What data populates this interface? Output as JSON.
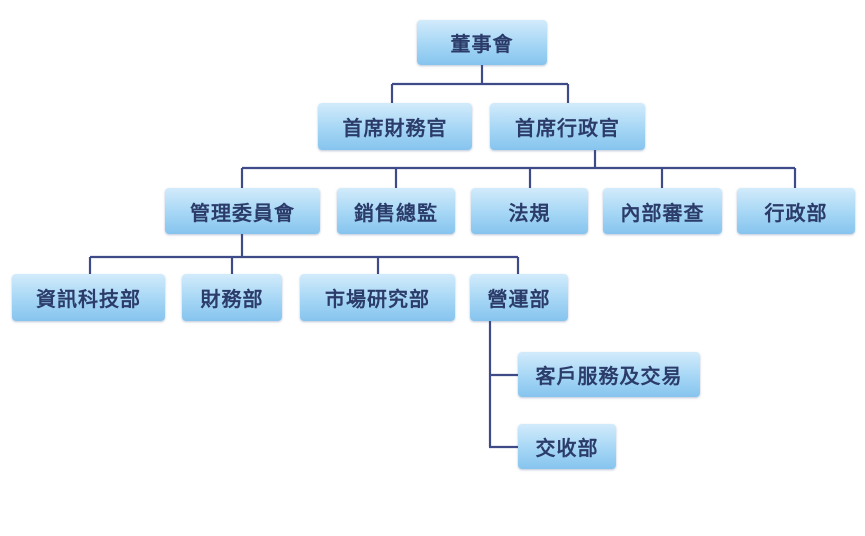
{
  "nodes": {
    "board": "董事會",
    "cfo": "首席財務官",
    "ceo": "首席行政官",
    "management_committee": "管理委員會",
    "sales_director": "銷售總監",
    "compliance": "法規",
    "internal_audit": "內部審查",
    "administration": "行政部",
    "it": "資訊科技部",
    "finance": "財務部",
    "market_research": "市場研究部",
    "operations": "營運部",
    "customer_service_trading": "客戶服務及交易",
    "settlement": "交收部"
  },
  "colors": {
    "box_top": "#d2ebfb",
    "box_bottom": "#86c4ee",
    "text": "#2b3c6a",
    "connector": "#3e4b88"
  }
}
